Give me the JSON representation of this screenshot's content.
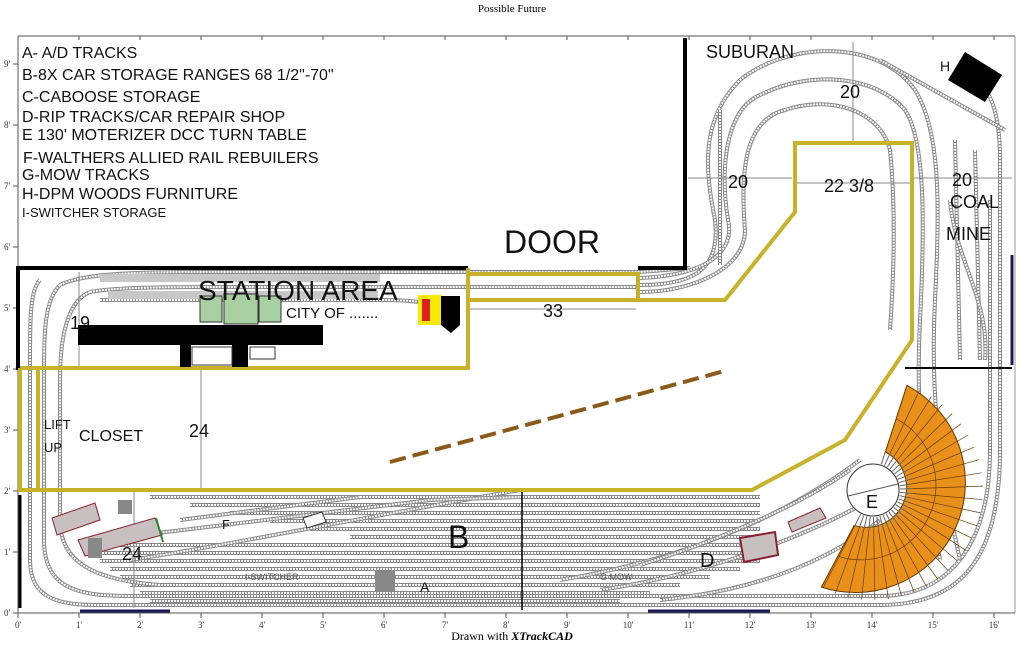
{
  "title": "Possible Future",
  "footer": {
    "prefix": "Drawn with",
    "app": "XTrackCAD"
  },
  "legend": [
    "A- A/D TRACKS",
    "B-8X CAR STORAGE  RANGES 68 1/2\"-70\"",
    "C-CABOOSE STORAGE",
    "D-RIP TRACKS/CAR REPAIR SHOP",
    "E 130' MOTERIZER DCC TURN TABLE",
    "F-WALTHERS ALLIED RAIL REBUILERS",
    "G-MOW TRACKS",
    "H-DPM WOODS FURNITURE",
    "I-SWITCHER STORAGE"
  ],
  "areas": {
    "door": "DOOR",
    "suburan": "SUBURAN",
    "station": "STATION AREA",
    "city": "CITY OF .......",
    "lift": "LIFT",
    "up": "UP",
    "closet": "CLOSET",
    "coal": "COAL",
    "mine": "MINE"
  },
  "markers": {
    "a": "A",
    "b": "B",
    "d": "D",
    "e": "E",
    "f": "F",
    "h": "H",
    "switcher": "I-SWITCHER",
    "mow": "G MOW"
  },
  "dimensions": {
    "suburban_top": "20",
    "suburban_left": "20",
    "peninsula_width": "22 3/8",
    "coal_right": "20",
    "bridge": "33",
    "station_depth": "19",
    "closet_depth": "24",
    "yard_depth": "24"
  },
  "axis": {
    "x_ticks": [
      "0'",
      "1'",
      "2'",
      "3'",
      "4'",
      "5'",
      "6'",
      "7'",
      "8'",
      "9'",
      "10'",
      "11'",
      "12'",
      "13'",
      "14'",
      "15'",
      "16'"
    ],
    "y_ticks": [
      "0'",
      "1'",
      "2'",
      "3'",
      "4'",
      "5'",
      "6'",
      "7'",
      "8'",
      "9'"
    ]
  },
  "colors": {
    "benchwork": "#c8b22a",
    "roundhouse": "#e8901a",
    "wall": "#000000",
    "track": "#8a8a8a",
    "window": "#1a1a5a",
    "building": "#c8c0c0",
    "platform_roof": "#a8d0a0"
  }
}
